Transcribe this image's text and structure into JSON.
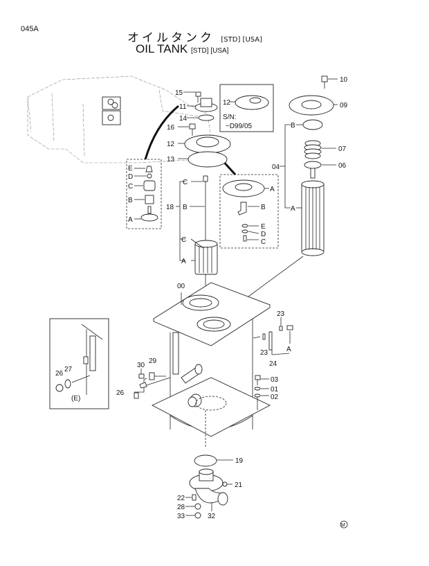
{
  "page": {
    "code": "045A",
    "title_jp": "オイルタンク",
    "title_en": "OIL  TANK",
    "tags": "[STD] [USA]",
    "mark": "M"
  },
  "callouts": {
    "p00": "00",
    "p01": "01",
    "p02": "02",
    "p03": "03",
    "p04": "04",
    "p06": "06",
    "p07": "07",
    "p09": "09",
    "p10": "10",
    "p11": "11",
    "p12a": "12",
    "p12b": "12",
    "p13": "13",
    "p14": "14",
    "p15": "15",
    "p16": "16",
    "p18": "18",
    "p19": "19",
    "p21": "21",
    "p22": "22",
    "p23a": "23",
    "p23b": "23",
    "p24": "24",
    "p26a": "26",
    "p26b": "26",
    "p27": "27",
    "p28": "28",
    "p29": "29",
    "p30": "30",
    "p32": "32",
    "p33": "33"
  },
  "subletters": {
    "A": "A",
    "B": "B",
    "C": "C",
    "D": "D",
    "E": "E",
    "E_paren": "(E)"
  },
  "serial_box": {
    "label": "S/N:",
    "value": "~D99/05"
  }
}
